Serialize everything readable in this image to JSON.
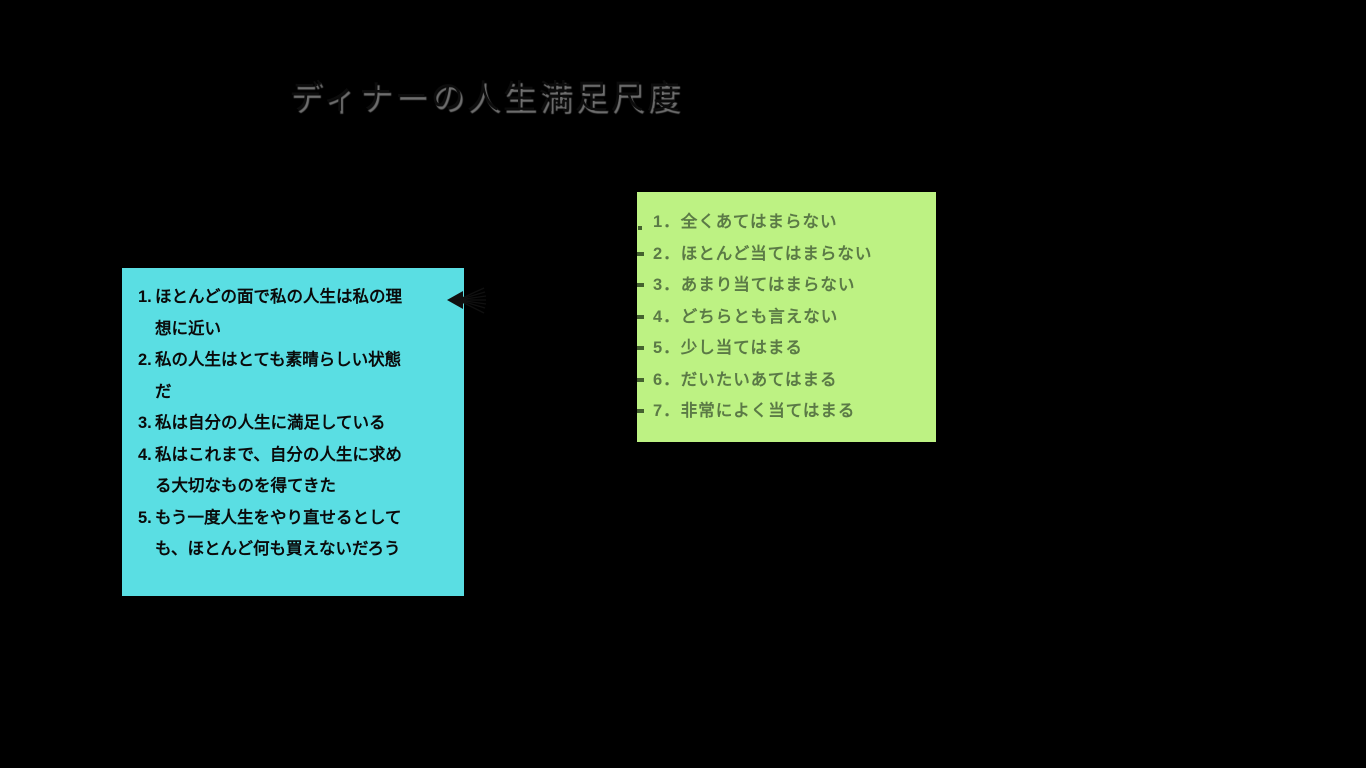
{
  "page": {
    "background_color": "#000000",
    "title": "ディナーの人生満足尺度",
    "title_color": "#0c0c0c",
    "title_shadow_color": "#707070"
  },
  "cyan_box": {
    "background_color": "#5ADEE3",
    "text_color": "#0a0a0a",
    "items": [
      {
        "num": "1.",
        "text": "ほとんどの面で私の人生は私の理\n想に近い"
      },
      {
        "num": "2.",
        "text": "私の人生はとても素晴らしい状態\nだ"
      },
      {
        "num": "3.",
        "text": "私は自分の人生に満足している"
      },
      {
        "num": "4.",
        "text": "私はこれまで、自分の人生に求め\nる大切なものを得てきた"
      },
      {
        "num": "5.",
        "text": "もう一度人生をやり直せるとして\nも、ほとんど何も買えないだろう"
      }
    ]
  },
  "green_box": {
    "background_color": "#BDF283",
    "text_color": "#5B7A46",
    "items": [
      {
        "num": "1．",
        "text": "全くあてはまらない"
      },
      {
        "num": "2．",
        "text": "ほとんど当てはまらない"
      },
      {
        "num": "3．",
        "text": "あまり当てはまらない"
      },
      {
        "num": "4．",
        "text": "どちらとも言えない"
      },
      {
        "num": "5．",
        "text": "少し当てはまる"
      },
      {
        "num": "6．",
        "text": "だいたいあてはまる"
      },
      {
        "num": "7．",
        "text": "非常によく当てはまる"
      }
    ]
  },
  "icons": {
    "arrow_annotation": "left-pointing fan arrow",
    "arrow_color": "#101010"
  }
}
